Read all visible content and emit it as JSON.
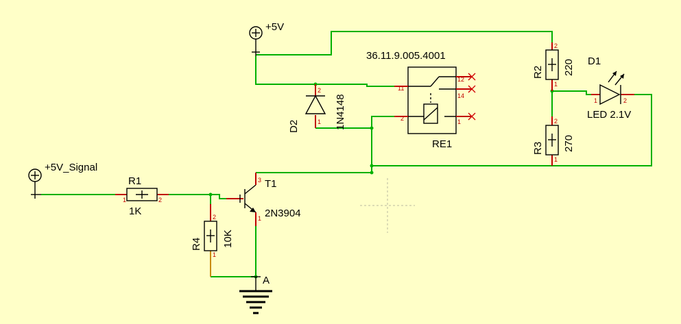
{
  "labels": {
    "vcc": "+5V",
    "signal": "+5V_Signal",
    "relay_part": "36.11.9.005.4001",
    "relay_ref": "RE1",
    "d1_ref": "D1",
    "d1_val": "LED 2.1V",
    "d2_ref": "D2",
    "d2_val": "1N4148",
    "r1_ref": "R1",
    "r1_val": "1K",
    "r2_ref": "R2",
    "r2_val": "220",
    "r3_ref": "R3",
    "r3_val": "270",
    "r4_ref": "R4",
    "r4_val": "10K",
    "t1_ref": "T1",
    "t1_val": "2N3904",
    "gnd_net": "A"
  },
  "pins": {
    "one": "1",
    "two": "2",
    "three": "3",
    "eleven": "11",
    "twelve": "12",
    "fourteen": "14"
  },
  "colors": {
    "background": "#ffffc8",
    "wire": "#00b000",
    "pin": "#c00000"
  }
}
